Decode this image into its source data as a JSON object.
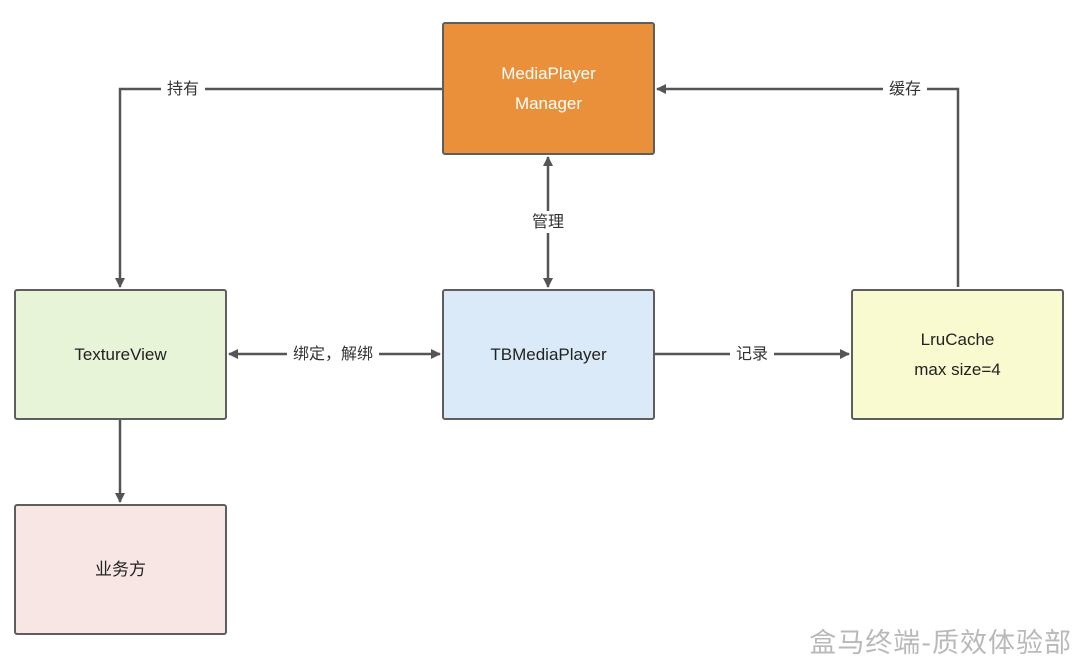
{
  "colors": {
    "edge": "#555555",
    "node_border": "#5e5e5e",
    "manager_fill": "#ea8f3a",
    "manager_text": "#ffffff",
    "textureview_fill": "#e7f4d7",
    "tbplayer_fill": "#dbeaf8",
    "lrucache_fill": "#fafad0",
    "business_fill": "#f8e6e5",
    "node_text": "#222222",
    "watermark": "#b9b9b9"
  },
  "nodes": {
    "manager": {
      "line1": "MediaPlayer",
      "line2": "Manager"
    },
    "textureview": {
      "label": "TextureView"
    },
    "tbplayer": {
      "label": "TBMediaPlayer"
    },
    "lrucache": {
      "line1": "LruCache",
      "line2": "max size=4"
    },
    "business": {
      "label": "业务方"
    }
  },
  "edges": {
    "hold": "持有",
    "cache": "缓存",
    "manage": "管理",
    "bind": "绑定，解绑",
    "record": "记录"
  },
  "watermark": "盒马终端-质效体验部"
}
